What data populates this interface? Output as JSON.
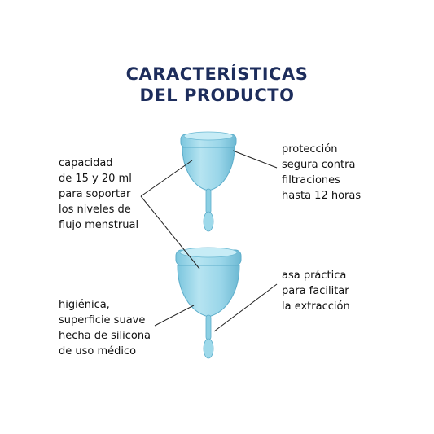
{
  "title": {
    "line1": "CARACTERÍSTICAS",
    "line2": "DEL PRODUCTO"
  },
  "notes": {
    "capacity": "capacidad\nde 15 y 20 ml\npara soportar\nlos niveles de\nflujo menstrual",
    "protection": "protección\nsegura contra\nfiltraciones\nhasta 12 horas",
    "hygienic": "higiénica,\nsuperficie suave\nhecha de silicona\nde uso médico",
    "handle": "asa práctica\npara facilitar\nla extracción"
  },
  "colors": {
    "title": "#1d2d5c",
    "cup": "#9ed9ea",
    "cup_dark": "#6fbfd8",
    "leader_line": "#222222"
  },
  "icons": {
    "cup_small": "menstrual-cup-icon",
    "cup_large": "menstrual-cup-icon"
  }
}
